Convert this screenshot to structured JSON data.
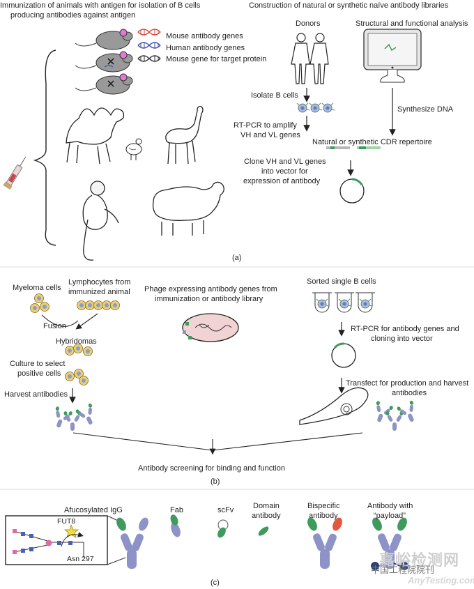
{
  "panel_a": {
    "left_title_line1": "Immunization of animals with antigen for isolation of B cells",
    "left_title_line2": "producing antibodies against antigen",
    "right_title": "Construction of natural or synthetic naïve antibody libraries",
    "legend": {
      "mouse_genes": "Mouse antibody genes",
      "human_genes": "Human antibody genes",
      "target_gene": "Mouse gene for target protein"
    },
    "donors": "Donors",
    "structural": "Structural and functional analysis",
    "isolate": "Isolate B cells",
    "rtpcr_line1": "RT-PCR to amplify",
    "rtpcr_line2": "VH and VL genes",
    "synthesize": "Synthesize DNA",
    "repertoire": "Natural or synthetic CDR repertoire",
    "clone_line1": "Clone VH and VL genes",
    "clone_line2": "into vector for",
    "clone_line3": "expression of antibody",
    "label": "(a)"
  },
  "panel_b": {
    "myeloma": "Myeloma cells",
    "lymph_line1": "Lymphocytes from",
    "lymph_line2": "immunized animal",
    "fusion": "Fusion",
    "hybridomas": "Hybridomas",
    "culture_line1": "Culture to select",
    "culture_line2": "positive cells",
    "harvest": "Harvest antibodies",
    "phage_line1": "Phage expressing antibody genes from",
    "phage_line2": "immunization or antibody library",
    "sorted": "Sorted single B cells",
    "rtpcr_line1": "RT-PCR for antibody genes and",
    "rtpcr_line2": "cloning into vector",
    "transfect_line1": "Transfect for production and harvest",
    "transfect_line2": "antibodies",
    "screening": "Antibody screening for binding and function",
    "label": "(b)"
  },
  "panel_c": {
    "afucosylated": "Afucosylated IgG",
    "fab": "Fab",
    "scfv": "scFv",
    "domain_line1": "Domain",
    "domain_line2": "antibody",
    "bispecific_line1": "Bispecific",
    "bispecific_line2": "antibody",
    "payload_line1": "Antibody with",
    "payload_line2": "“payload”",
    "fut8": "FUT8",
    "asn": "Asn 297",
    "label": "(c)"
  },
  "watermark": {
    "line1": "嘉峪检测网",
    "line2": "AnyTesting.com",
    "line3": "中国工程院院刊"
  },
  "colors": {
    "antibody_heavy": "#8e93c7",
    "variable_green": "#3f9a5e",
    "bispecific_red": "#e2573f",
    "payload_navy": "#2b3f7a",
    "cell_blue": "#7fa2cf",
    "cell_yellow": "#f1cd6f",
    "star_yellow": "#f3dc3c"
  },
  "icons": [
    "mouse-icon",
    "camel-icon",
    "chicken-icon",
    "llama-icon",
    "monkey-icon",
    "sheep-icon",
    "syringe-icon",
    "dna-icon",
    "human-icon",
    "computer-icon",
    "plasmid-icon",
    "phage-icon",
    "cell-icon",
    "antibody-icon",
    "star-icon"
  ]
}
